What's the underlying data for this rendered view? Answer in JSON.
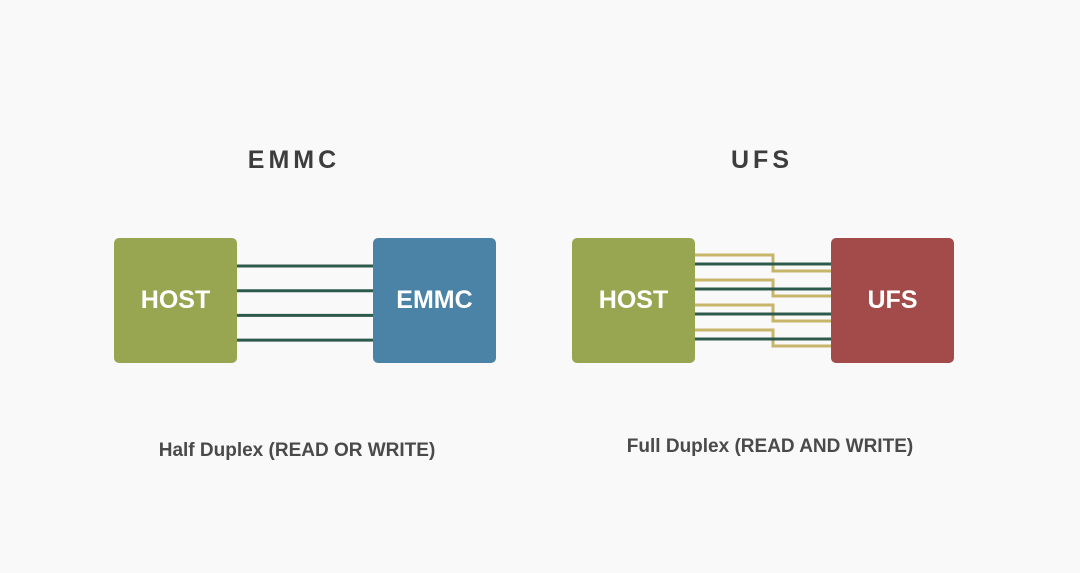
{
  "emmc": {
    "title": "EMMC",
    "host": "HOST",
    "device": "EMMC",
    "caption": "Half Duplex (READ OR WRITE)",
    "lanes": 4
  },
  "ufs": {
    "title": "UFS",
    "host": "HOST",
    "device": "UFS",
    "caption": "Full Duplex (READ AND WRITE)",
    "lanes": 4
  },
  "colors": {
    "host": "#98a651",
    "emmc": "#4b83a6",
    "ufs": "#a34b4b",
    "line": "#2e5a4d",
    "line2": "#c7b56a"
  }
}
